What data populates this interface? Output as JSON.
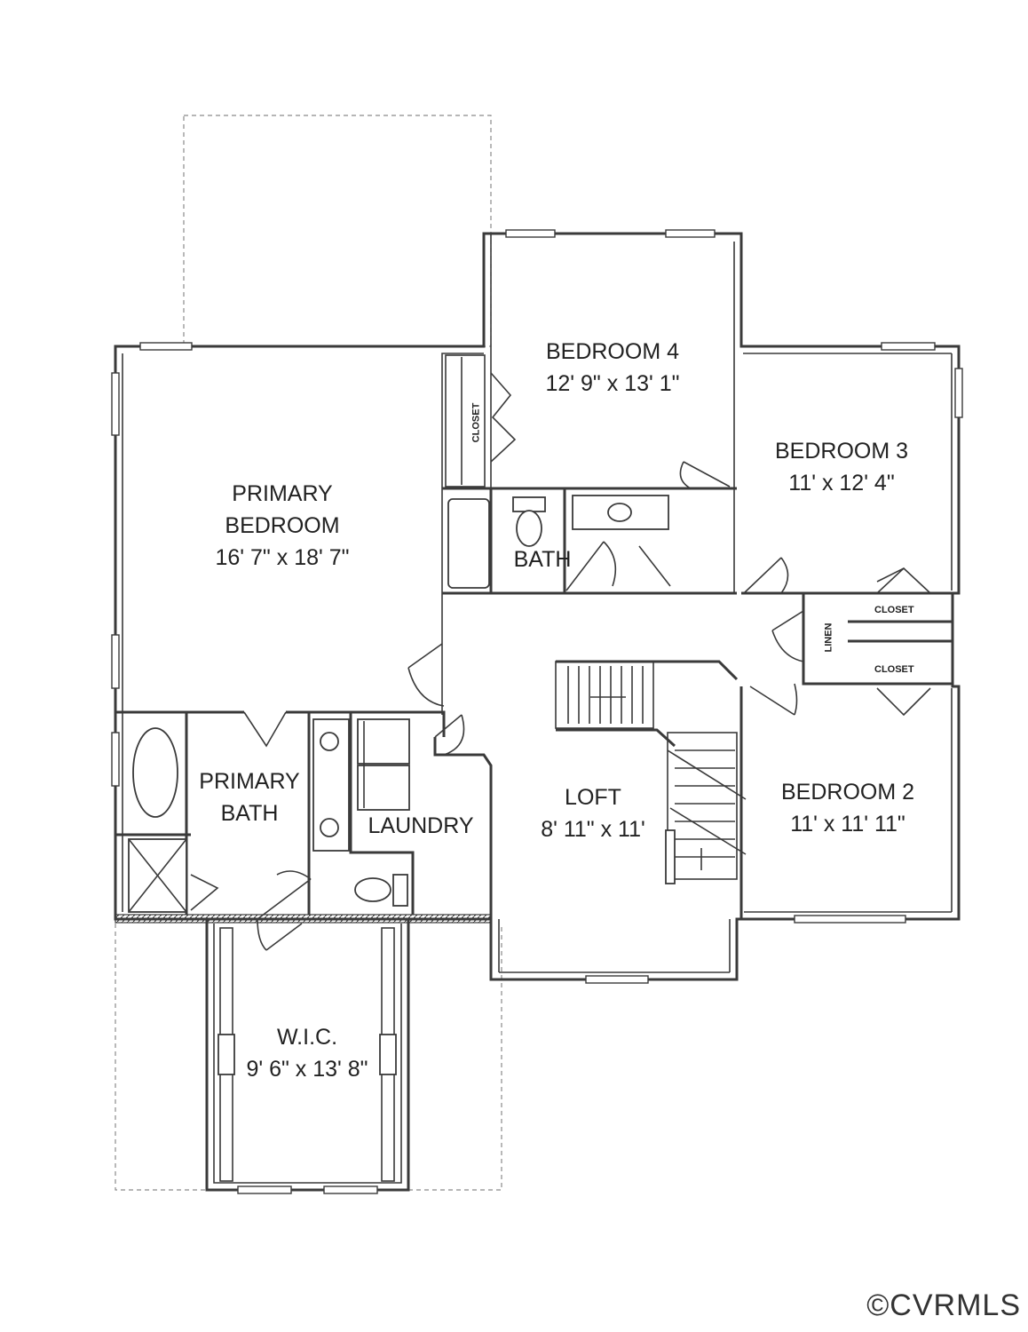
{
  "rooms": {
    "bedroom4": {
      "name": "BEDROOM 4",
      "size": "12' 9\" x 13' 1\""
    },
    "bedroom3": {
      "name": "BEDROOM 3",
      "size": "11' x 12' 4\""
    },
    "primary_bedroom": {
      "name_line1": "PRIMARY",
      "name_line2": "BEDROOM",
      "size": "16' 7\" x 18' 7\""
    },
    "bath": {
      "name": "BATH"
    },
    "primary_bath": {
      "name_line1": "PRIMARY",
      "name_line2": "BATH"
    },
    "laundry": {
      "name": "LAUNDRY"
    },
    "loft": {
      "name": "LOFT",
      "size": "8' 11\" x 11'"
    },
    "bedroom2": {
      "name": "BEDROOM 2",
      "size": "11' x 11' 11\""
    },
    "wic": {
      "name": "W.I.C.",
      "size": "9' 6\" x 13' 8\""
    }
  },
  "small_labels": {
    "closet_bed4": "CLOSET",
    "closet_upper": "CLOSET",
    "closet_lower": "CLOSET",
    "linen": "LINEN"
  },
  "copyright": "©CVRMLS"
}
